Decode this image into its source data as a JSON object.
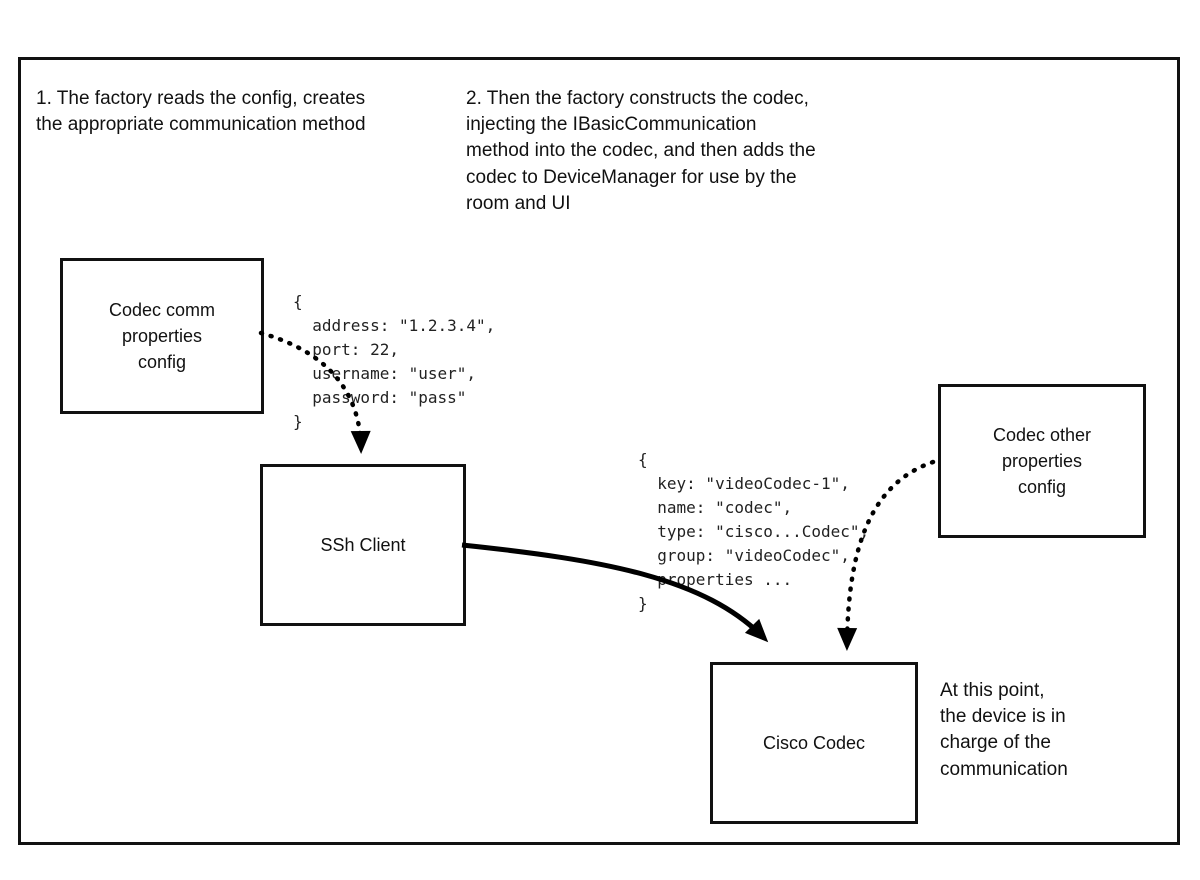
{
  "diagram": {
    "title": "Codec factory / communication flow diagram",
    "notes": {
      "step1": "1. The factory reads the config, creates\nthe appropriate communication method",
      "step2": "2. Then the factory constructs the codec,\ninjecting the IBasicCommunication\nmethod into the codec, and then adds the\ncodec to DeviceManager for use by the\nroom and UI",
      "endpoint": "At this point,\nthe device is in\ncharge of the\ncommunication"
    },
    "boxes": {
      "codec_comm_config": "Codec comm\nproperties\nconfig",
      "ssh_client": "SSh Client",
      "codec_other_config": "Codec other\nproperties\nconfig",
      "cisco_codec": "Cisco Codec"
    },
    "code_snippets": {
      "comm_properties": "{\n  address: \"1.2.3.4\",\n  port: 22,\n  username: \"user\",\n  password: \"pass\"\n}",
      "codec_properties": "{\n  key: \"videoCodec-1\",\n  name: \"codec\",\n  type: \"cisco...Codec\",\n  group: \"videoCodec\",\n  properties ...\n}"
    },
    "colors": {
      "line": "#000000",
      "border": "#111111",
      "background": "#ffffff",
      "text": "#111111"
    }
  }
}
